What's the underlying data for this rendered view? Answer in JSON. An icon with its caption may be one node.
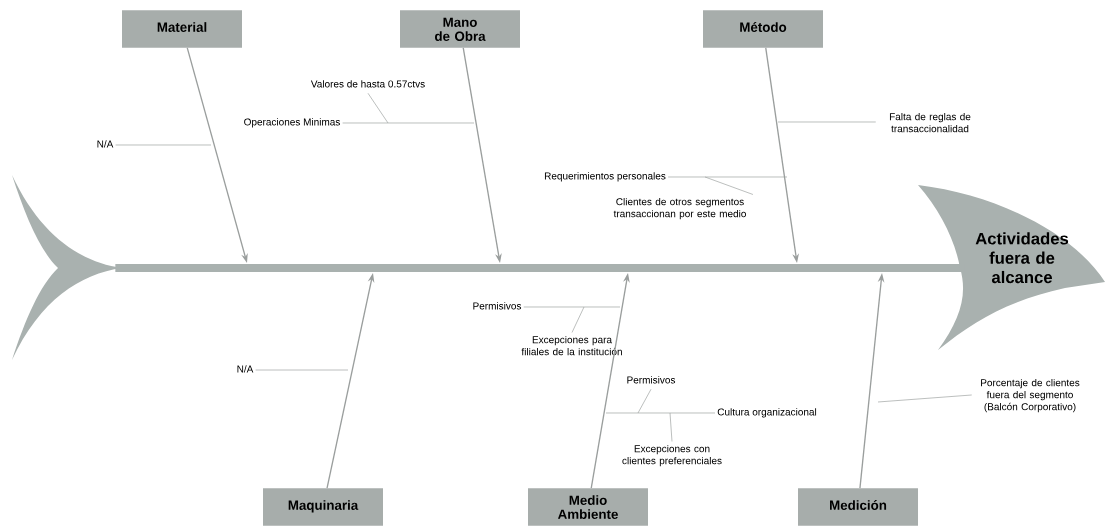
{
  "diagram": {
    "nodes": [
      {
        "text": [
          "Material"
        ]
      },
      {
        "text": [
          "Mano de Obra"
        ]
      },
      {
        "text": [
          "Método"
        ]
      },
      {
        "text": [
          "Actividades fuera de alcance"
        ]
      },
      {
        "text": [],
        "shape": "bar"
      },
      {
        "text": [
          "Maquinaria"
        ]
      },
      {
        "text": [
          "Medio Ambiente"
        ]
      },
      {
        "text": [
          "Medición"
        ]
      },
      {
        "text": [
          "N/A"
        ]
      },
      {
        "text": [
          "Valores de hasta 0.57ctvs"
        ]
      },
      {
        "text": [
          "Operaciones Minimas"
        ]
      },
      {
        "text": [
          "Requerimientos personales"
        ]
      },
      {
        "text": [
          "Clientes de otros segmentos transaccionan por este medio"
        ]
      },
      {
        "text": [
          "Falta de reglas de transaccionalidad"
        ]
      },
      {
        "text": [
          "N/A"
        ]
      },
      {
        "text": [
          "Permisivos"
        ]
      },
      {
        "text": [
          "Excepciones para filiales de la institución"
        ]
      },
      {
        "text": [
          "Permisivos"
        ]
      },
      {
        "text": [
          "Cultura organizacional"
        ]
      },
      {
        "text": [
          "Excepciones con clientes preferenciales"
        ]
      },
      {
        "text": [
          "Porcentaje de clientes fuera del segmento (Balcón Corporativo)"
        ]
      }
    ],
    "edges": [
      {
        "from": 0,
        "to": 4,
        "arrow": "to"
      },
      {
        "from": 1,
        "to": 4,
        "arrow": "to"
      },
      {
        "from": 2,
        "to": 4,
        "arrow": "to"
      },
      {
        "from": 5,
        "to": 4,
        "arrow": "to"
      },
      {
        "from": 6,
        "to": 4,
        "arrow": "to"
      },
      {
        "from": 7,
        "to": 4,
        "arrow": "to"
      },
      {
        "from": 8,
        "to": null,
        "arrow": "none"
      },
      {
        "from": 9,
        "to": null,
        "arrow": "none"
      },
      {
        "from": 10,
        "to": null,
        "arrow": "none"
      },
      {
        "from": 11,
        "to": null,
        "arrow": "none"
      },
      {
        "from": 12,
        "to": null,
        "arrow": "none"
      },
      {
        "from": 13,
        "to": null,
        "arrow": "none"
      },
      {
        "from": 14,
        "to": null,
        "arrow": "none"
      },
      {
        "from": 15,
        "to": null,
        "arrow": "none"
      },
      {
        "from": 16,
        "to": null,
        "arrow": "none"
      },
      {
        "from": 17,
        "to": null,
        "arrow": "none"
      },
      {
        "from": 18,
        "to": null,
        "arrow": "none"
      },
      {
        "from": 19,
        "to": null,
        "arrow": "none"
      },
      {
        "from": 20,
        "to": null,
        "arrow": "none"
      }
    ]
  }
}
